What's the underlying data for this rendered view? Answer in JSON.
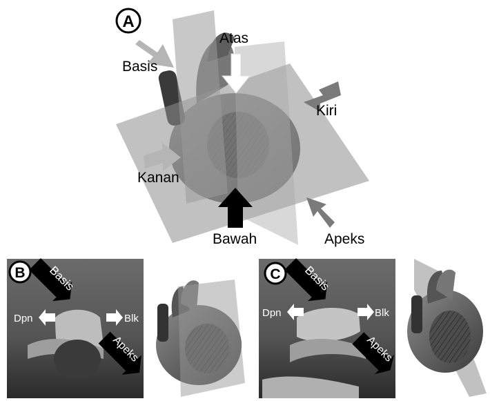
{
  "panel_a": {
    "letter": "A",
    "labels": {
      "top": "Atas",
      "base": "Basis",
      "left": "Kiri",
      "right": "Kanan",
      "bottom": "Bawah",
      "apex": "Apeks"
    }
  },
  "panel_b": {
    "letter": "B",
    "labels": {
      "base": "Basis",
      "right": "Dpn",
      "left": "Blk",
      "apex": "Apeks"
    }
  },
  "panel_c": {
    "letter": "C",
    "labels": {
      "base": "Basis",
      "right": "Dpn",
      "left": "Blk",
      "apex": "Apeks"
    }
  },
  "colors": {
    "plane": "#8e8e8e",
    "heart_muscle": "#4a4a4a",
    "heart_vessel": "#6f6f6f",
    "arrow_light": "#b5b5b5",
    "arrow_dark": "#7a7a7a",
    "arrow_black": "#000000"
  },
  "icons": [
    "heart-illustration",
    "sagittal-plane",
    "mri-photo"
  ]
}
